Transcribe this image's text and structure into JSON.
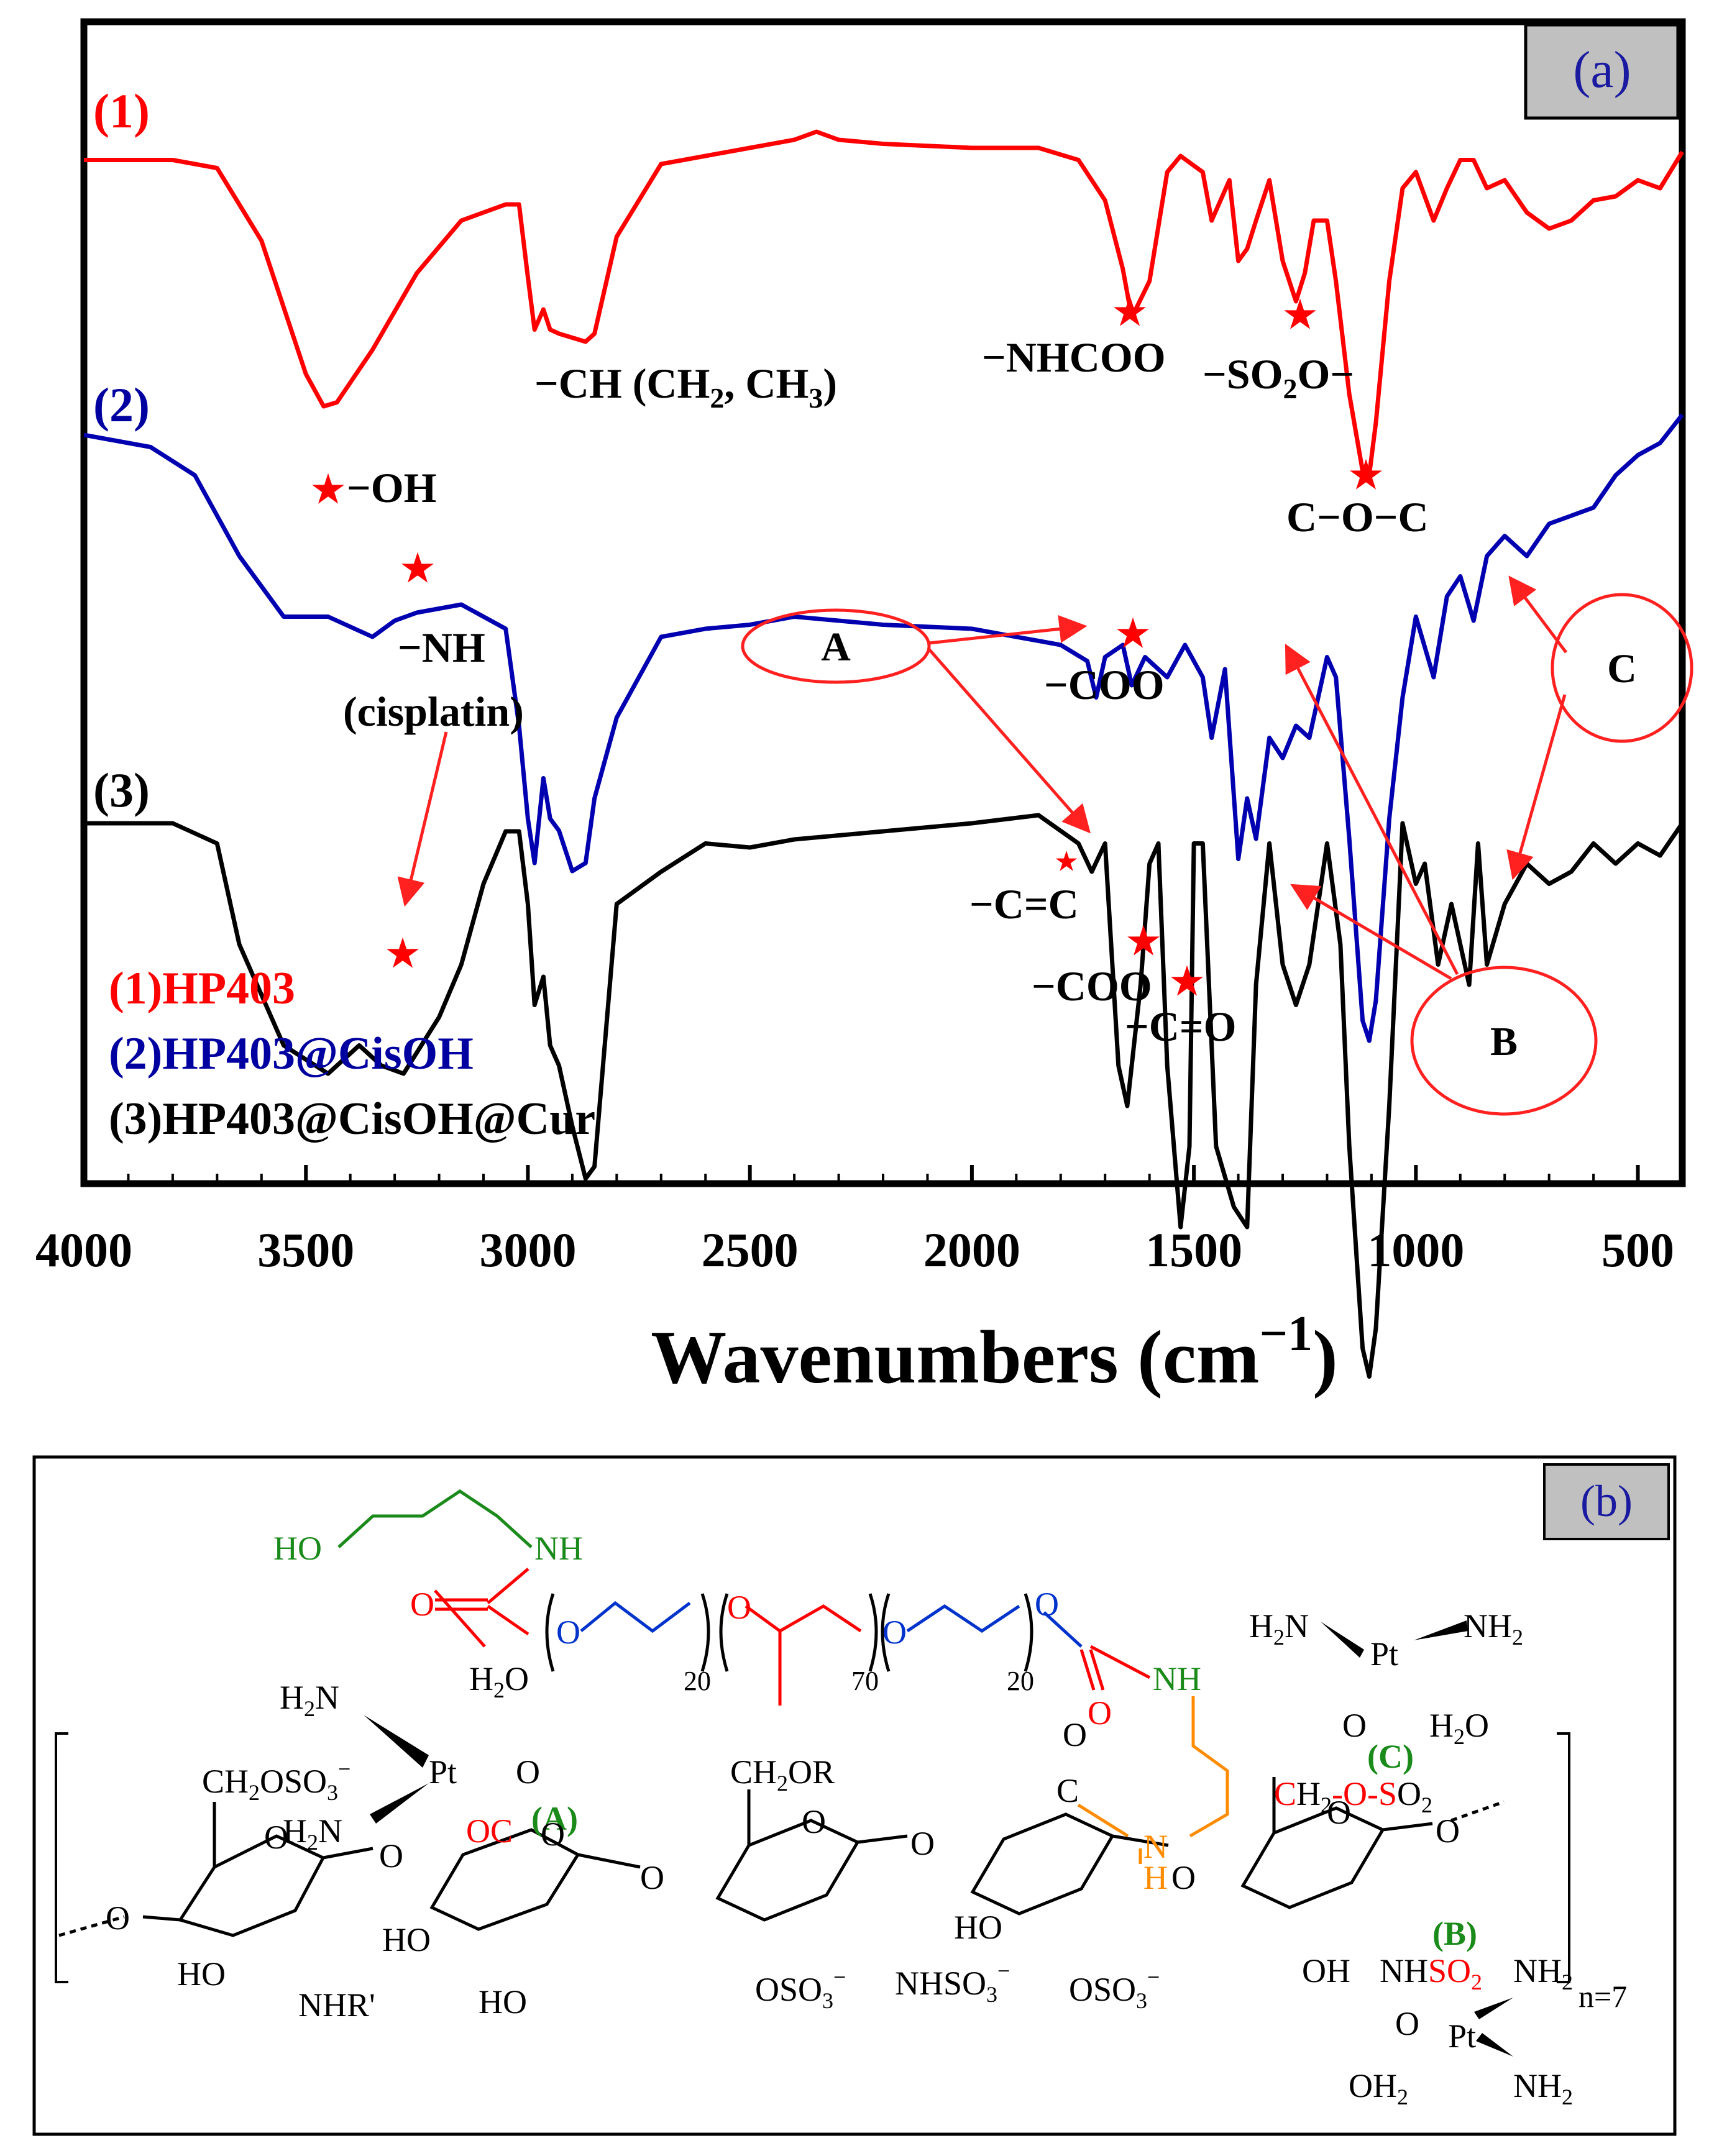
{
  "panel_a": {
    "label": "(a)",
    "trace_labels": [
      "(1)",
      "(2)",
      "(3)"
    ],
    "legend": [
      "(1)HP403",
      "(2)HP403@CisOH",
      "(3)HP403@CisOH@Cur"
    ],
    "annotations": {
      "oh": "−OH",
      "ch": "−CH (CH",
      "ch_sub": "2",
      "ch_mid": ", CH",
      "ch_sub2": "3",
      "ch_end": ")",
      "nhcoo": "−NHCOO",
      "so2o_a": "−SO",
      "so2o_sub": "2",
      "so2o_b": "O−",
      "coc": "C−O−C",
      "nh": "−NH",
      "cisplatin": "(cisplatin)",
      "coo1": "−COO",
      "cc": "−C=C",
      "coo2": "−COO",
      "co": "−C=O",
      "A": "A",
      "B": "B",
      "C": "C"
    }
  },
  "panel_b": {
    "label": "(b)",
    "labels": {
      "HO": "HO",
      "NH_top": "NH",
      "O_carb": "O",
      "H2O_left": "H",
      "H2O_left_sub": "2",
      "H2O_left_end": "O",
      "n20a": "20",
      "n70": "70",
      "n20b": "20",
      "O1": "O",
      "O2": "O",
      "O3": "O",
      "O4": "O",
      "O_c2": "O",
      "NH_r": "NH",
      "H2N_ptL": "H",
      "H2N_ptL_sub": "2",
      "H2N_ptL_end": "N",
      "Pt_L": "Pt",
      "CH2OSO3": "CH",
      "CH2OSO3_sub": "2",
      "CH2OSO3_end": "OSO",
      "CH2OSO3_sub2": "3",
      "CH2OSO3_sup": "−",
      "H2N_low": "H",
      "H2N_low_sub": "2",
      "H2N_low_end": "N",
      "O_ptL": "O",
      "OC": "OC",
      "A": "(A)",
      "CH2OR": "CH",
      "CH2OR_sub": "2",
      "CH2OR_end": "OR",
      "C_ring": "C",
      "O_ring4": "O",
      "N_ring": "N",
      "H_ring": "H",
      "H2N_ptR": "H",
      "H2N_ptR_sub": "2",
      "H2N_ptR_end": "N",
      "Pt_R": "Pt",
      "NH2_R": "NH",
      "NH2_R_sub": "2",
      "H2O_R": "H",
      "H2O_R_sub": "2",
      "H2O_R_end": "O",
      "O_ptR": "O",
      "C_lbl": "(C)",
      "CH2_R": "C",
      "CH2_R2": "H",
      "CH2_R_sub": "2",
      "OSO2": "-O-S",
      "OSO2_O": "O",
      "OSO2_sub": "2",
      "O_left": "O",
      "HO_1": "HO",
      "NHR": "NHR'",
      "HO_2": "HO",
      "HO_3": "HO",
      "OSO3_1": "OSO",
      "OSO3_1_sub": "3",
      "OSO3_1_sup": "−",
      "NHSO3": "NHSO",
      "NHSO3_sub": "3",
      "NHSO3_sup": "−",
      "HO_4": "HO",
      "OSO3_2": "OSO",
      "OSO3_2_sub": "3",
      "OSO3_2_sup": "−",
      "OH_r": "OH",
      "NH_b": "NH",
      "SO2_b": "SO",
      "SO2_b_sub": "2",
      "B": "(B)",
      "O_b": "O",
      "Pt_b": "Pt",
      "NH2_b1": "NH",
      "NH2_b1_sub": "2",
      "NH2_b2": "NH",
      "NH2_b2_sub": "2",
      "OH2_b": "OH",
      "OH2_b_sub": "2",
      "n7": "n=7",
      "O_ring1": "O",
      "O_ring2": "O",
      "O_ring3": "O",
      "O_ring5": "O",
      "O_gly1": "O",
      "O_gly2": "O",
      "O_gly3": "O",
      "O_gly4": "O",
      "O_end": "O"
    }
  },
  "chart_data": {
    "type": "line",
    "xlabel": "Wavenumbers (cm⁻¹)",
    "xlim": [
      4000,
      400
    ],
    "x_ticks": [
      4000,
      3500,
      3000,
      2500,
      2000,
      1500,
      1000,
      500
    ],
    "y_ticks_shown": false,
    "grid": false,
    "legend_position": "bottom-left",
    "series": [
      {
        "name": "(1)HP403",
        "color": "#ff0000",
        "x": [
          4000,
          3800,
          3700,
          3600,
          3500,
          3460,
          3430,
          3350,
          3250,
          3150,
          3050,
          3020,
          3000,
          2985,
          2965,
          2950,
          2930,
          2900,
          2870,
          2850,
          2800,
          2700,
          2600,
          2500,
          2400,
          2350,
          2300,
          2200,
          2000,
          1850,
          1760,
          1700,
          1660,
          1640,
          1600,
          1560,
          1530,
          1480,
          1460,
          1420,
          1400,
          1380,
          1360,
          1330,
          1300,
          1270,
          1250,
          1230,
          1200,
          1180,
          1150,
          1120,
          1105,
          1090,
          1060,
          1030,
          1000,
          960,
          930,
          900,
          870,
          840,
          800,
          750,
          700,
          650,
          600,
          550,
          500,
          450,
          400
        ],
        "y": [
          0.05,
          0.05,
          0.07,
          0.25,
          0.58,
          0.66,
          0.65,
          0.52,
          0.33,
          0.2,
          0.16,
          0.16,
          0.34,
          0.47,
          0.42,
          0.47,
          0.48,
          0.49,
          0.5,
          0.48,
          0.24,
          0.06,
          0.04,
          0.02,
          0.0,
          -0.02,
          0.0,
          0.01,
          0.02,
          0.02,
          0.05,
          0.15,
          0.32,
          0.44,
          0.35,
          0.08,
          0.04,
          0.08,
          0.2,
          0.1,
          0.3,
          0.27,
          0.2,
          0.1,
          0.3,
          0.4,
          0.33,
          0.2,
          0.2,
          0.35,
          0.63,
          0.82,
          0.83,
          0.7,
          0.35,
          0.12,
          0.08,
          0.2,
          0.12,
          0.05,
          0.05,
          0.12,
          0.1,
          0.18,
          0.22,
          0.2,
          0.15,
          0.14,
          0.1,
          0.12,
          0.03
        ]
      },
      {
        "name": "(2)HP403@CisOH",
        "color": "#0000b0",
        "x": [
          4000,
          3850,
          3750,
          3650,
          3550,
          3450,
          3350,
          3300,
          3250,
          3150,
          3050,
          3020,
          3000,
          2985,
          2965,
          2950,
          2930,
          2900,
          2870,
          2850,
          2800,
          2700,
          2600,
          2500,
          2400,
          2200,
          2000,
          1800,
          1740,
          1720,
          1700,
          1660,
          1640,
          1610,
          1560,
          1520,
          1480,
          1460,
          1430,
          1400,
          1380,
          1360,
          1330,
          1300,
          1270,
          1240,
          1200,
          1180,
          1150,
          1120,
          1105,
          1090,
          1060,
          1030,
          1000,
          960,
          930,
          900,
          870,
          840,
          800,
          750,
          700,
          650,
          600,
          550,
          500,
          450,
          400
        ],
        "y": [
          0.0,
          0.03,
          0.1,
          0.3,
          0.45,
          0.45,
          0.5,
          0.46,
          0.44,
          0.42,
          0.48,
          0.72,
          0.95,
          1.06,
          0.85,
          0.95,
          0.98,
          1.08,
          1.06,
          0.9,
          0.7,
          0.5,
          0.48,
          0.47,
          0.45,
          0.47,
          0.48,
          0.52,
          0.56,
          0.65,
          0.55,
          0.52,
          0.62,
          0.55,
          0.6,
          0.52,
          0.6,
          0.75,
          0.58,
          1.05,
          0.9,
          1.0,
          0.75,
          0.8,
          0.72,
          0.75,
          0.55,
          0.6,
          1.0,
          1.45,
          1.5,
          1.4,
          0.95,
          0.65,
          0.45,
          0.6,
          0.4,
          0.35,
          0.46,
          0.3,
          0.25,
          0.3,
          0.22,
          0.2,
          0.18,
          0.1,
          0.05,
          0.02,
          -0.05
        ]
      },
      {
        "name": "(3)HP403@CisOH@Cur",
        "color": "#000000",
        "x": [
          4000,
          3800,
          3700,
          3650,
          3550,
          3450,
          3380,
          3330,
          3280,
          3200,
          3150,
          3100,
          3050,
          3020,
          3000,
          2985,
          2965,
          2950,
          2930,
          2900,
          2870,
          2850,
          2800,
          2700,
          2600,
          2500,
          2400,
          2200,
          2000,
          1850,
          1760,
          1730,
          1700,
          1670,
          1650,
          1620,
          1600,
          1580,
          1560,
          1530,
          1510,
          1500,
          1480,
          1450,
          1410,
          1380,
          1360,
          1330,
          1300,
          1270,
          1240,
          1200,
          1170,
          1150,
          1120,
          1105,
          1090,
          1060,
          1030,
          1000,
          980,
          950,
          920,
          880,
          860,
          840,
          800,
          750,
          700,
          650,
          600,
          550,
          500,
          450,
          400
        ],
        "y": [
          0.0,
          0.0,
          0.05,
          0.3,
          0.55,
          0.62,
          0.55,
          0.6,
          0.62,
          0.48,
          0.35,
          0.15,
          0.02,
          0.02,
          0.2,
          0.45,
          0.38,
          0.55,
          0.6,
          0.75,
          0.88,
          0.85,
          0.2,
          0.12,
          0.05,
          0.06,
          0.04,
          0.02,
          0.0,
          -0.02,
          0.05,
          0.12,
          0.05,
          0.6,
          0.7,
          0.4,
          0.1,
          0.05,
          0.6,
          1.0,
          0.8,
          0.05,
          0.05,
          0.8,
          0.95,
          1.0,
          0.4,
          0.05,
          0.35,
          0.45,
          0.35,
          0.05,
          0.3,
          0.8,
          1.3,
          1.37,
          1.25,
          0.7,
          0.0,
          0.15,
          0.1,
          0.35,
          0.2,
          0.4,
          0.05,
          0.35,
          0.2,
          0.1,
          0.15,
          0.12,
          0.05,
          0.1,
          0.05,
          0.08,
          0.0
        ]
      }
    ]
  }
}
